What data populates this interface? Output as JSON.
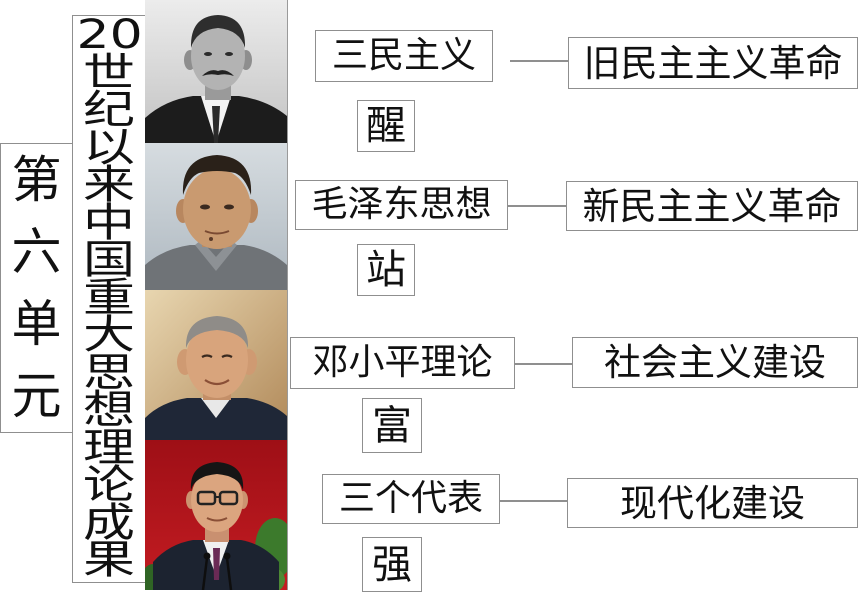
{
  "unit_label": "第六单元",
  "title": "20世纪以来中国重大思想理论成果",
  "rows": [
    {
      "theory": "三民主义",
      "keyword": "醒",
      "result": "旧民主主义革命"
    },
    {
      "theory": "毛泽东思想",
      "keyword": "站",
      "result": "新民主主义革命"
    },
    {
      "theory": "邓小平理论",
      "keyword": "富",
      "result": "社会主义建设"
    },
    {
      "theory": "三个代表",
      "keyword": "强",
      "result": "现代化建设"
    }
  ],
  "colors": {
    "border": "#8f8f8f",
    "text": "#111111",
    "background": "#ffffff"
  }
}
